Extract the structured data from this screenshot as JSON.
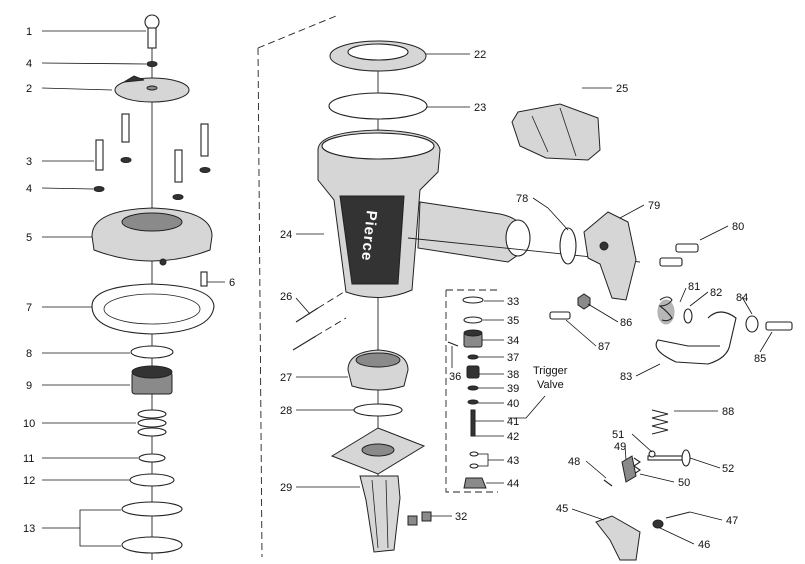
{
  "brand_mark": "Pierce",
  "trigger_valve_label": [
    "Trigger",
    "Valve"
  ],
  "callouts": {
    "c1": "1",
    "c4a": "4",
    "c2": "2",
    "c3": "3",
    "c4b": "4",
    "c5": "5",
    "c6": "6",
    "c7": "7",
    "c8": "8",
    "c9": "9",
    "c10": "10",
    "c11": "11",
    "c12": "12",
    "c13": "13",
    "c22": "22",
    "c23": "23",
    "c24": "24",
    "c25": "25",
    "c26": "26",
    "c27": "27",
    "c28": "28",
    "c29": "29",
    "c32": "32",
    "c33": "33",
    "c35": "35",
    "c34": "34",
    "c36": "36",
    "c37": "37",
    "c38": "38",
    "c39": "39",
    "c40": "40",
    "c41": "41",
    "c42": "42",
    "c43": "43",
    "c44": "44",
    "c45": "45",
    "c46": "46",
    "c47": "47",
    "c48": "48",
    "c49": "49",
    "c50": "50",
    "c51": "51",
    "c52": "52",
    "c78": "78",
    "c79": "79",
    "c80": "80",
    "c81": "81",
    "c82": "82",
    "c83": "83",
    "c84": "84",
    "c85": "85",
    "c86": "86",
    "c87": "87",
    "c88": "88"
  }
}
